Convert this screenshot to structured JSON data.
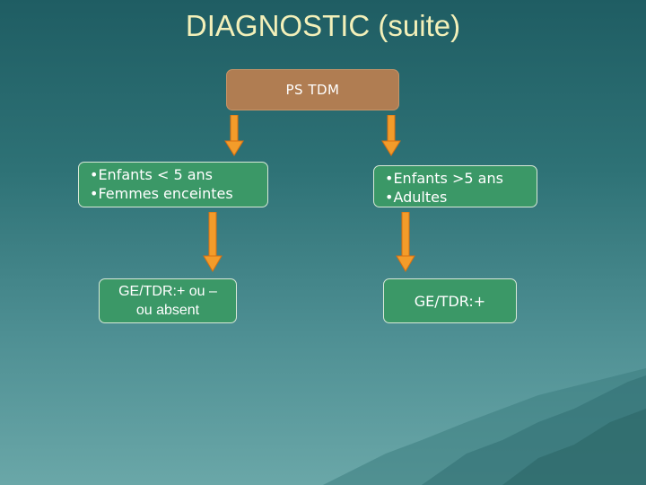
{
  "title": "DIAGNOSTIC (suite)",
  "root": {
    "label": "PS TDM"
  },
  "left_branch": {
    "items": [
      "•Enfants < 5 ans",
      "•Femmes enceintes"
    ],
    "result": [
      "GE/TDR:+ ou –",
      "ou absent"
    ]
  },
  "right_branch": {
    "items": [
      "•Enfants >5 ans",
      "•Adultes"
    ],
    "result": "GE/TDR:+"
  },
  "colors": {
    "root_box": "#b07d52",
    "node_box": "#3b9867",
    "arrow": "#f39c2a",
    "title": "#f3f0b9"
  }
}
